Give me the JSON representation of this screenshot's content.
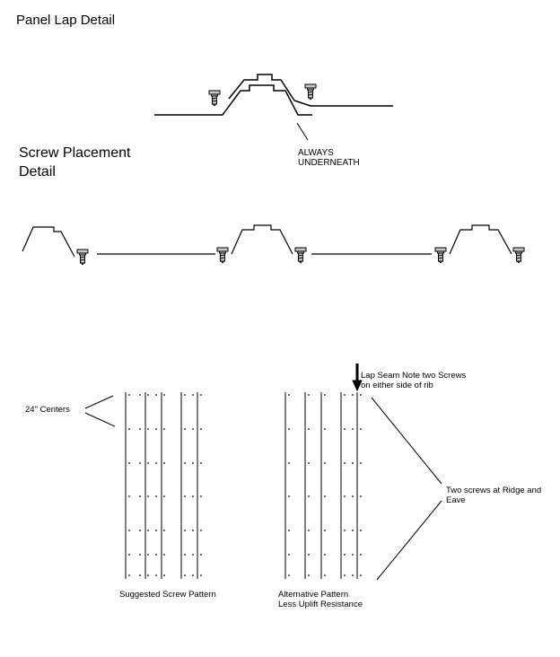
{
  "panel_lap": {
    "title": "Panel Lap Detail",
    "callout_line1": "ALWAYS",
    "callout_line2": "UNDERNEATH"
  },
  "screw_placement": {
    "title_line1": "Screw Placement",
    "title_line2": "Detail"
  },
  "patterns": {
    "centers_label": "24\" Centers",
    "lap_note_line1": "Lap Seam Note two Screws",
    "lap_note_line2": "on either side of rib",
    "ridge_eave_line1": "Two screws at Ridge and",
    "ridge_eave_line2": "Eave",
    "suggested_label": "Suggested Screw Pattern",
    "alternative_line1": "Alternative Pattern",
    "alternative_line2": "Less Uplift Resistance"
  },
  "colors": {
    "ink": "#000000",
    "screw_fill": "#c8c8c8",
    "background": "#ffffff"
  }
}
